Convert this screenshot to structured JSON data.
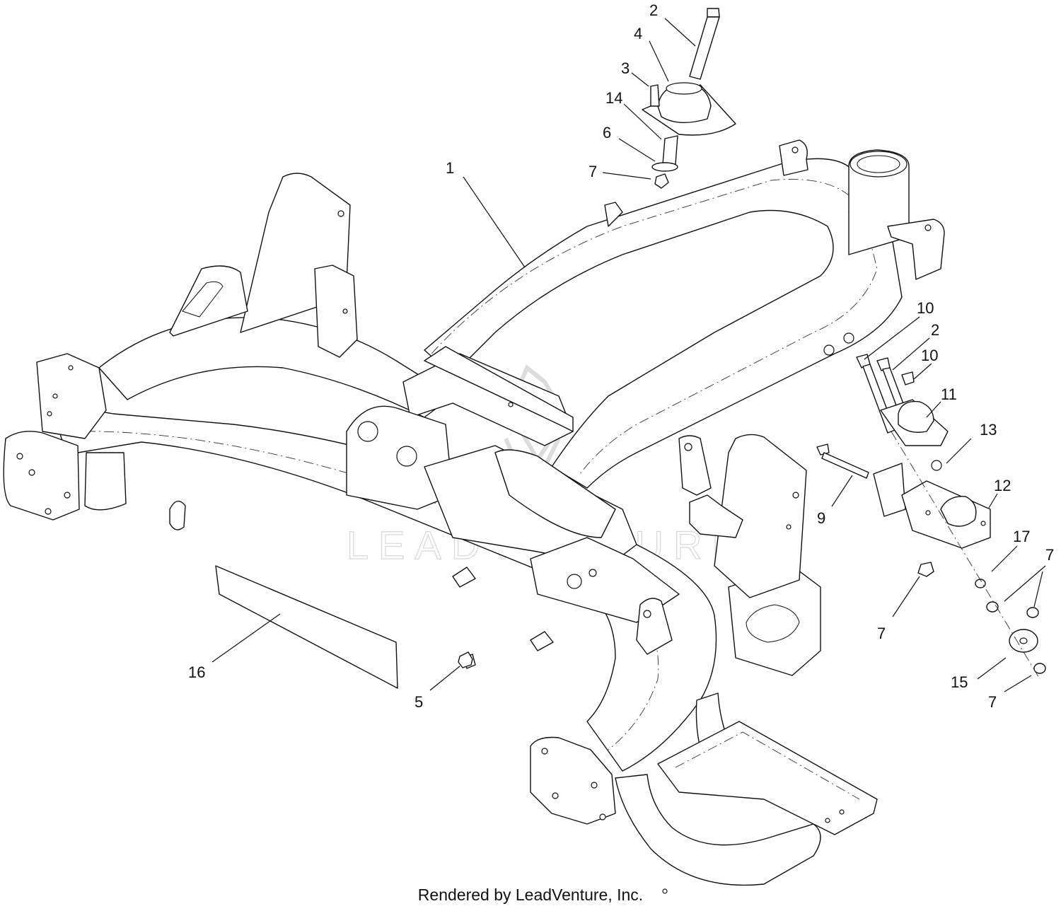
{
  "diagram": {
    "callouts": [
      {
        "id": "c1",
        "text": "1"
      },
      {
        "id": "c2a",
        "text": "2"
      },
      {
        "id": "c2b",
        "text": "2"
      },
      {
        "id": "c3",
        "text": "3"
      },
      {
        "id": "c4",
        "text": "4"
      },
      {
        "id": "c5",
        "text": "5"
      },
      {
        "id": "c6",
        "text": "6"
      },
      {
        "id": "c7a",
        "text": "7"
      },
      {
        "id": "c7b",
        "text": "7"
      },
      {
        "id": "c7c",
        "text": "7"
      },
      {
        "id": "c7d",
        "text": "7"
      },
      {
        "id": "c9",
        "text": "9"
      },
      {
        "id": "c10a",
        "text": "10"
      },
      {
        "id": "c10b",
        "text": "10"
      },
      {
        "id": "c11",
        "text": "11"
      },
      {
        "id": "c12",
        "text": "12"
      },
      {
        "id": "c13",
        "text": "13"
      },
      {
        "id": "c14",
        "text": "14"
      },
      {
        "id": "c15",
        "text": "15"
      },
      {
        "id": "c16",
        "text": "16"
      },
      {
        "id": "c17",
        "text": "17"
      }
    ],
    "watermark": "LEADVENTURE",
    "credit": "Rendered by LeadVenture, Inc."
  }
}
